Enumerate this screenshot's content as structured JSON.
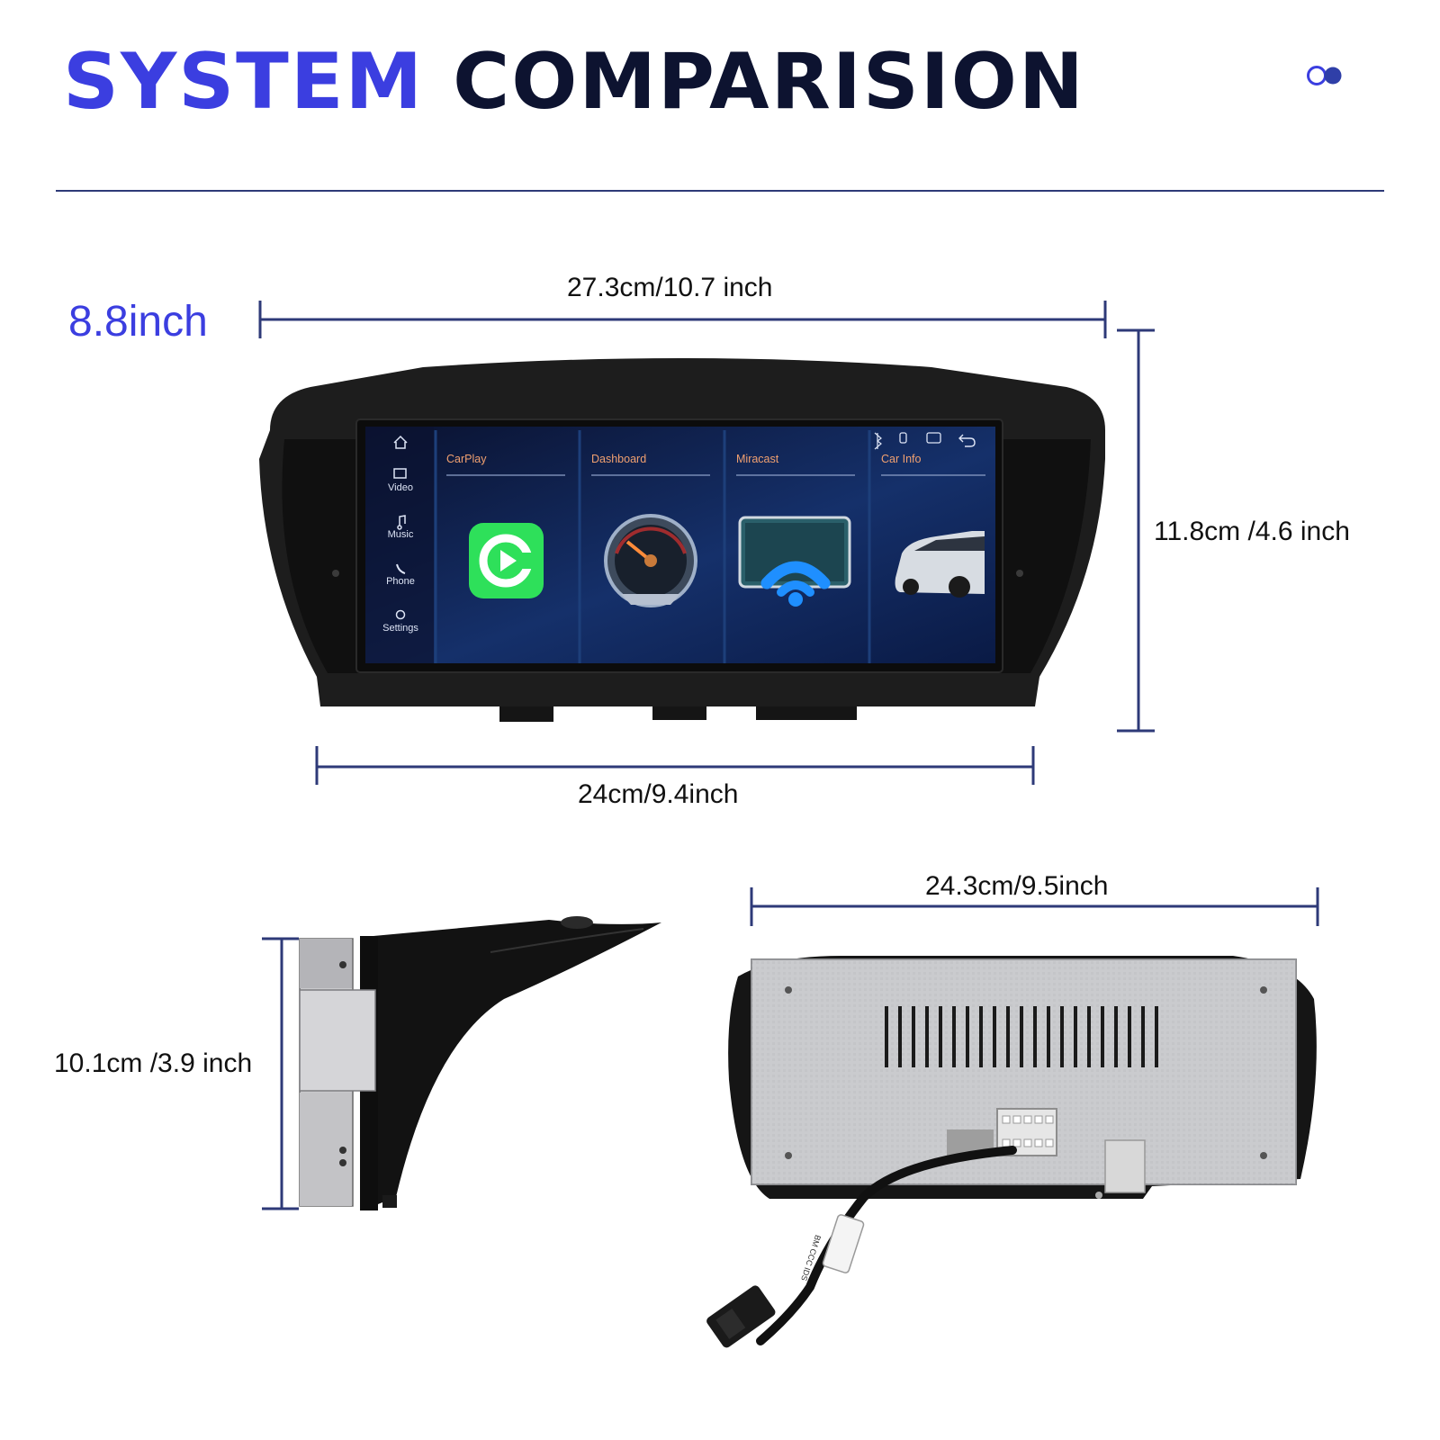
{
  "header": {
    "title_part1": "SYSTEM",
    "title_part2": "COMPARISION",
    "accent_color": "#3b3ee0",
    "dark_color": "#0d1330",
    "icon": "toggle-dots-icon"
  },
  "product": {
    "size_label": "8.8inch"
  },
  "front_view": {
    "top_width": "27.3cm/10.7 inch",
    "height": "11.8cm /4.6 inch",
    "bottom_width": "24cm/9.4inch",
    "screen": {
      "sidebar": [
        {
          "label": "",
          "icon": "home-icon"
        },
        {
          "label": "Video",
          "icon": "video-icon"
        },
        {
          "label": "Music",
          "icon": "music-icon"
        },
        {
          "label": "Phone",
          "icon": "phone-icon"
        },
        {
          "label": "Settings",
          "icon": "settings-icon"
        }
      ],
      "cards": [
        {
          "label": "CarPlay",
          "icon": "carplay-icon"
        },
        {
          "label": "Dashboard",
          "icon": "speedometer-icon"
        },
        {
          "label": "Miracast",
          "icon": "wifi-cast-icon"
        },
        {
          "label": "Car Info",
          "icon": "car-icon"
        }
      ],
      "status_icons": [
        "bluetooth-icon",
        "usb-icon",
        "screen-icon",
        "back-icon"
      ]
    }
  },
  "side_view": {
    "depth": "10.1cm /3.9 inch"
  },
  "back_view": {
    "width": "24.3cm/9.5inch",
    "cable_label": "BM CCC IDS"
  }
}
